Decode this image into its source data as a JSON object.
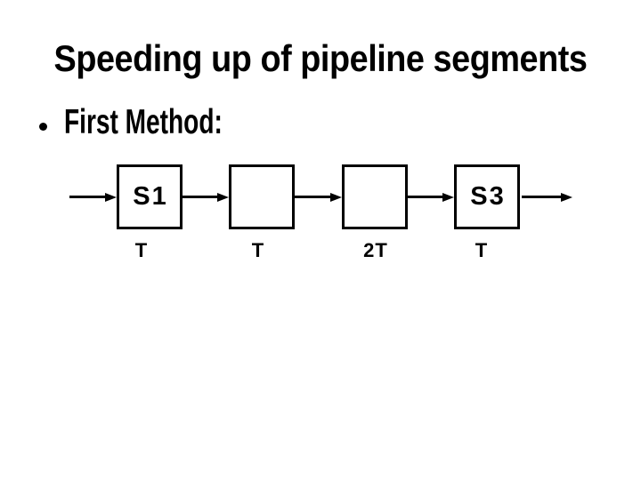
{
  "slide": {
    "title": "Speeding up of pipeline segments",
    "bullet": "First Method:"
  },
  "diagram": {
    "stages": [
      {
        "label": "S1",
        "time": "T"
      },
      {
        "label": "",
        "time": "T"
      },
      {
        "label": "",
        "time": "2T"
      },
      {
        "label": "S3",
        "time": "T"
      }
    ],
    "colors": {
      "stroke": "#000000",
      "background": "#ffffff",
      "text": "#000000"
    }
  }
}
